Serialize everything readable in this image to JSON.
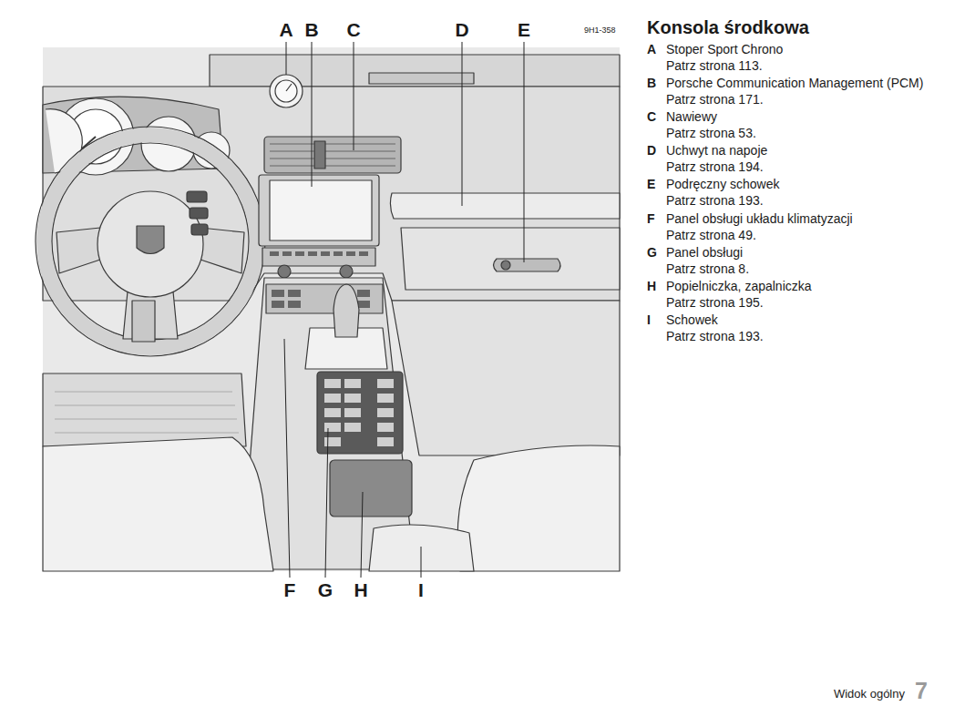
{
  "diagram": {
    "title": "Konsola środkowa",
    "labels": [
      "A",
      "B",
      "C",
      "D",
      "E",
      "9H1-358",
      "A",
      "Stoper Sport Chrono",
      "Patrz strona 113.",
      "B",
      "Porsche Communication Management (PCM)",
      "Patrz strona 171.",
      "C",
      "Nawiewy",
      "Patrz strona 53.",
      "D",
      "Uchwyt na napoje",
      "Patrz strona 194.",
      "E",
      "Podręczny schowek",
      "Patrz strona 193.",
      "F",
      "Panel obsługi układu klimatyzacji",
      "Patrz strona 49.",
      "G",
      "Panel obsługi",
      "Patrz strona 8.",
      "H",
      "Popielniczka, zapalniczka",
      "Patrz strona 195.",
      "I",
      "Schowek",
      "Patrz strona 193.",
      "F",
      "G",
      "H",
      "I",
      "Widok ogólny",
      "7"
    ]
  }
}
